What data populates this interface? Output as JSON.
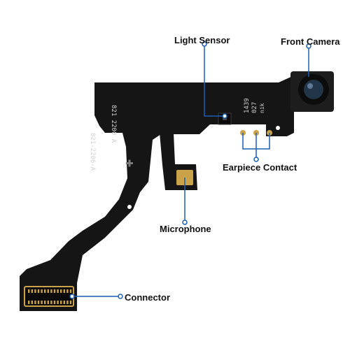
{
  "colors": {
    "board": "#151515",
    "board_edge": "#2b2b2b",
    "gold": "#c9a24a",
    "callout": "#1a5fb4",
    "text": "#111111"
  },
  "board_text": {
    "part_a": "821 2200 A",
    "part_b": "821-2206-A",
    "code_1": "1439",
    "code_2": "027",
    "code_3": "nik"
  },
  "callouts": {
    "light_sensor": "Light Sensor",
    "front_camera": "Front Camera",
    "earpiece_contact": "Earpiece Contact",
    "microphone": "Microphone",
    "connector": "Connector"
  }
}
